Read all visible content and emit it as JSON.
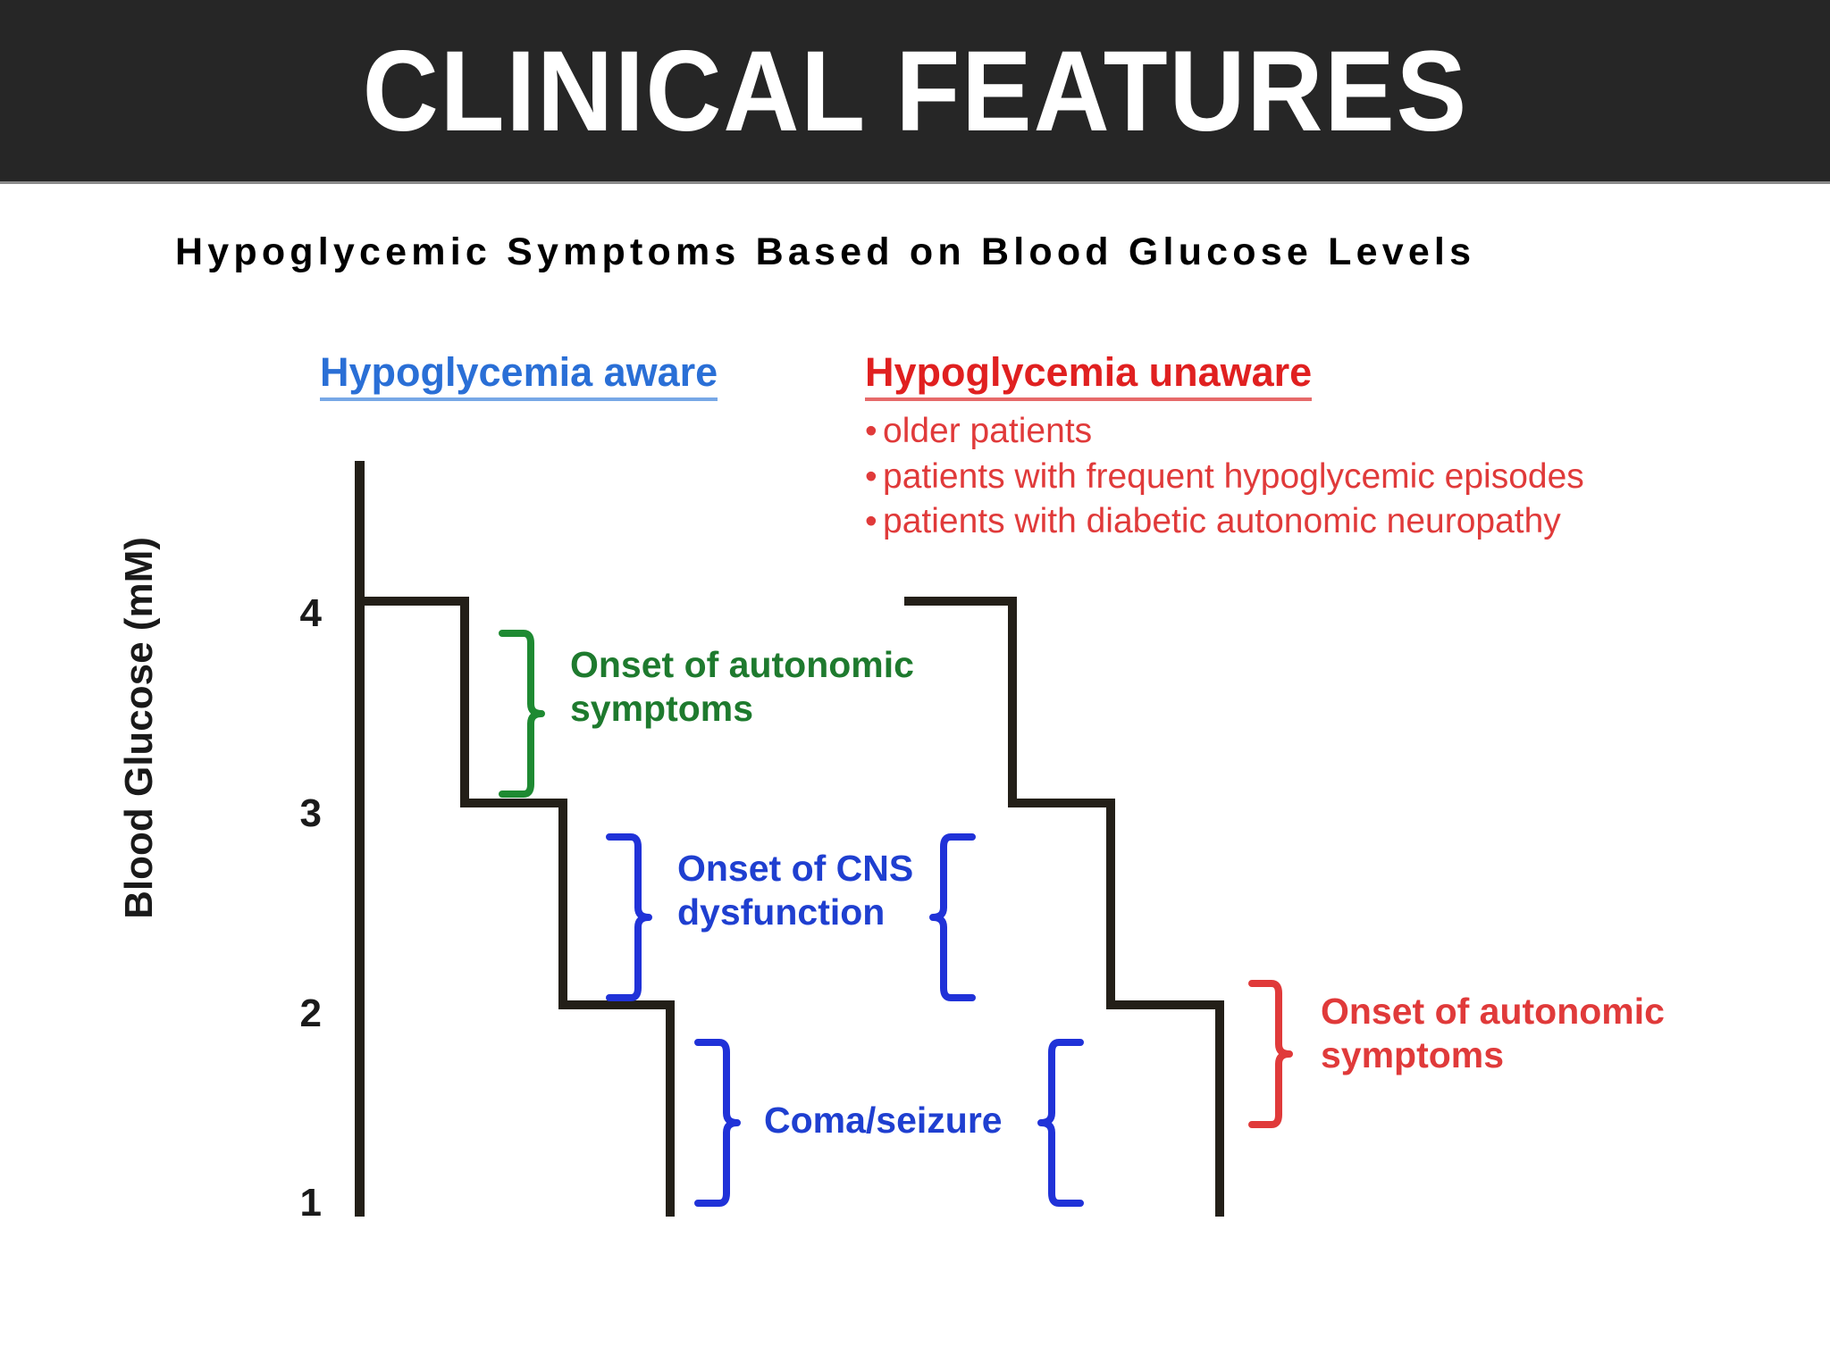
{
  "header": {
    "title": "CLINICAL FEATURES",
    "background_color": "#262626",
    "text_color": "#ffffff"
  },
  "subtitle": "Hypoglycemic Symptoms Based on Blood Glucose Levels",
  "legend": {
    "aware": {
      "label": "Hypoglycemia aware",
      "color": "#2a6fd6"
    },
    "unaware": {
      "label": "Hypoglycemia unaware",
      "color": "#e02020",
      "bullets": [
        "older patients",
        "patients with frequent hypoglycemic episodes",
        "patients with diabetic autonomic neuropathy"
      ],
      "bullet_marker": "•"
    }
  },
  "annotations": {
    "autonomic_left": {
      "text": "Onset of autonomic\nsymptoms",
      "color": "#1e7a2e"
    },
    "cns": {
      "text": "Onset of CNS\ndysfunction",
      "color": "#1f3fd0"
    },
    "coma": {
      "text": "Coma/seizure",
      "color": "#1f3fd0"
    },
    "autonomic_right": {
      "text": "Onset of autonomic\nsymptoms",
      "color": "#e03a3a"
    }
  },
  "chart_data": {
    "type": "line",
    "title": "Hypoglycemic Symptoms Based on Blood Glucose Levels",
    "xlabel": "",
    "ylabel": "Blood Glucose (mM)",
    "ylim": [
      1,
      4.6
    ],
    "ytick_labels": [
      "4",
      "3",
      "2",
      "1"
    ],
    "yticks": [
      4,
      3,
      2,
      1
    ],
    "grid": false,
    "legend_position": "top",
    "axis_color": "#231f18",
    "series": [
      {
        "name": "Hypoglycemia aware",
        "style": "step",
        "color": "#231f18",
        "x": [
          0.0,
          1.1,
          1.1,
          2.1,
          2.1,
          3.2,
          3.2
        ],
        "y": [
          4.05,
          4.05,
          3.05,
          3.05,
          2.05,
          2.05,
          1.0
        ],
        "thresholds": [
          {
            "label": "Onset of autonomic symptoms",
            "range": [
              3.0,
              4.0
            ],
            "color": "#1e7a2e"
          },
          {
            "label": "Onset of CNS dysfunction",
            "range": [
              2.0,
              3.0
            ],
            "color": "#1f3fd0"
          },
          {
            "label": "Coma/seizure",
            "range": [
              1.0,
              2.0
            ],
            "color": "#1f3fd0"
          }
        ]
      },
      {
        "name": "Hypoglycemia unaware",
        "style": "step",
        "color": "#231f18",
        "x": [
          5.8,
          6.9,
          6.9,
          7.9,
          7.9,
          9.1,
          9.1
        ],
        "y": [
          4.05,
          4.05,
          3.05,
          3.05,
          2.05,
          2.05,
          1.0
        ],
        "thresholds": [
          {
            "label": "Onset of CNS dysfunction",
            "range": [
              2.0,
              3.0
            ],
            "color": "#1f3fd0"
          },
          {
            "label": "Coma/seizure",
            "range": [
              1.0,
              2.0
            ],
            "color": "#1f3fd0"
          },
          {
            "label": "Onset of autonomic symptoms",
            "range": [
              1.6,
              2.1
            ],
            "color": "#e03a3a"
          }
        ]
      }
    ]
  }
}
